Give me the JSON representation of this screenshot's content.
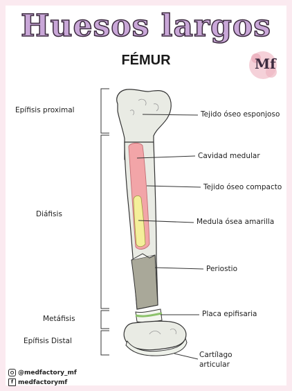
{
  "header": {
    "title": "Huesos largos",
    "subtitle": "FÉMUR"
  },
  "logo": {
    "text": "Mf"
  },
  "labels": {
    "left": {
      "epifisis_proximal": "Epífisis proximal",
      "diafisis": "Diáfisis",
      "metafisis": "Metáfisis",
      "epifisis_distal": "Epífisis Distal"
    },
    "right": {
      "tejido_esponjoso": "Tejido óseo esponjoso",
      "cavidad_medular": "Cavidad medular",
      "tejido_compacto": "Tejido óseo compacto",
      "medula_amarilla": "Medula ósea amarilla",
      "periostio": "Periostio",
      "placa_epifisaria": "Placa epifisaria",
      "cartilago_line1": "Cartílago",
      "cartilago_line2": "articular"
    }
  },
  "social": {
    "instagram": "@medfactory_mf",
    "facebook": "medfactorymf"
  },
  "colors": {
    "title_fill": "#c9a7d8",
    "bone_gray": "#e9ebe4",
    "medullary_red": "#f2a5a8",
    "yellow_marrow": "#f4ef9a",
    "periosteum": "#a9a899",
    "growth_plate": "#b6d89a",
    "cartilage": "#eef1ea"
  }
}
